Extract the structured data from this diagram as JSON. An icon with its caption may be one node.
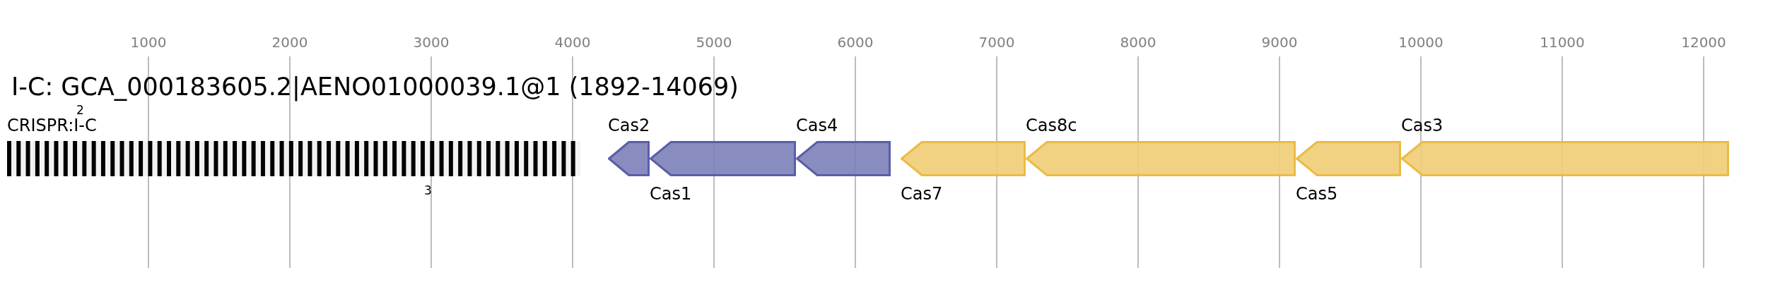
{
  "diagram": {
    "title": "I-C: GCA_000183605.2|AENO01000039.1@1 (1892-14069)",
    "nodes": [
      {
        "text": [
          "CRISPR:I-C"
        ],
        "beside": [
          "2",
          "3"
        ]
      },
      {
        "text": [
          "Cas2"
        ]
      },
      {
        "text": [
          "Cas1"
        ]
      },
      {
        "text": [
          "Cas4"
        ]
      },
      {
        "text": [
          "Cas7"
        ]
      },
      {
        "text": [
          "Cas8c"
        ]
      },
      {
        "text": [
          "Cas5"
        ]
      },
      {
        "text": [
          "Cas3"
        ]
      }
    ],
    "edges": [],
    "labels": [
      "1000",
      "2000",
      "3000",
      "4000",
      "5000",
      "6000",
      "7000",
      "8000",
      "9000",
      "10000",
      "11000",
      "12000"
    ]
  }
}
